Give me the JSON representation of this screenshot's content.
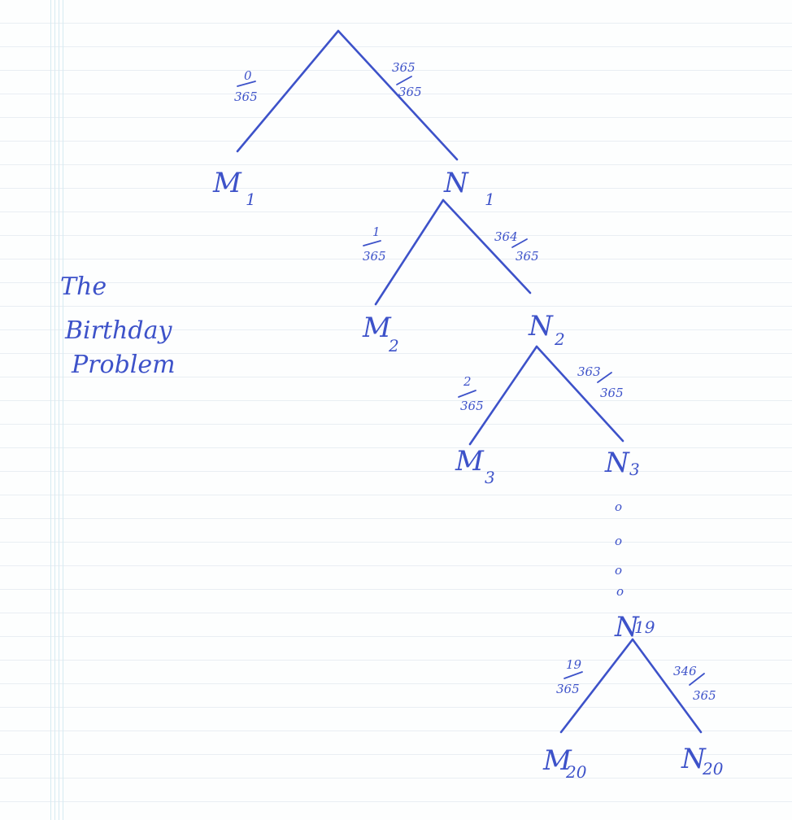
{
  "title_lines": [
    "The",
    "Birthday",
    "Problem"
  ],
  "nodes": {
    "M1": {
      "letter": "M",
      "sub": "1"
    },
    "N1": {
      "letter": "N",
      "sub": "1"
    },
    "M2": {
      "letter": "M",
      "sub": "2"
    },
    "N2": {
      "letter": "N",
      "sub": "2"
    },
    "M3": {
      "letter": "M",
      "sub": "3"
    },
    "N3": {
      "letter": "N",
      "sub": "3"
    },
    "N19": {
      "letter": "N",
      "sub": "19"
    },
    "M20": {
      "letter": "M",
      "sub": "20"
    },
    "N20": {
      "letter": "N",
      "sub": "20"
    }
  },
  "edges": {
    "root_M1": {
      "num": "0",
      "den": "365"
    },
    "root_N1": {
      "num": "365",
      "den": "365"
    },
    "N1_M2": {
      "num": "1",
      "den": "365"
    },
    "N1_N2": {
      "num": "364",
      "den": "365"
    },
    "N2_M3": {
      "num": "2",
      "den": "365"
    },
    "N2_N3": {
      "num": "363",
      "den": "365"
    },
    "N19_M20": {
      "num": "19",
      "den": "365"
    },
    "N19_N20": {
      "num": "346",
      "den": "365"
    }
  },
  "ellipsis": [
    "o",
    "o",
    "o",
    "o"
  ],
  "colors": {
    "ink": "#3d52c9",
    "rule_line": "#e9eef3",
    "margin_line": "#d6ebf2"
  }
}
